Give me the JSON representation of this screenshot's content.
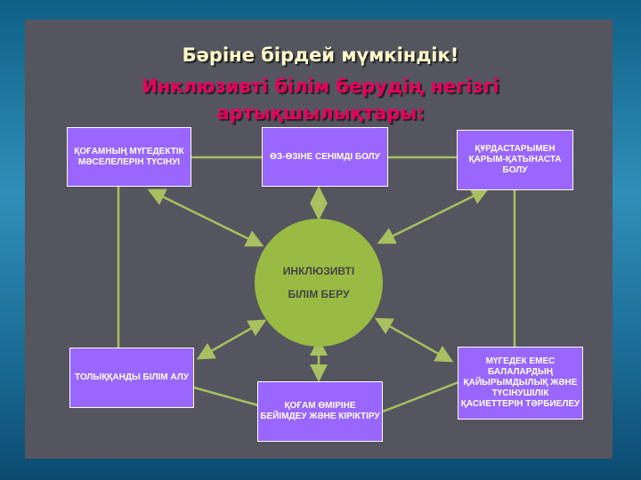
{
  "title": "Бәріне бірдей мүмкіндік!",
  "subtitle_line1": "Инклюзивті білім берудің негізгі",
  "subtitle_line2": "артықшылықтары:",
  "center": {
    "line1": "ИНКЛЮЗИВТІ",
    "line2": "БІЛІМ БЕРУ"
  },
  "boxes": {
    "top_left": "ҚОҒАМНЫҢ МҮГЕДЕКТІК МӘСЕЛЕЛЕРІН ТҮСІНУІ",
    "top_center": "ӨЗ-ӨЗІНЕ СЕНІМДІ БОЛУ",
    "top_right": "ҚҰРДАСТАРЫМЕН ҚАРЫМ-ҚАТЫНАСТА БОЛУ",
    "bottom_left": "ТОЛЫҚҚАНДЫ БІЛІМ АЛУ",
    "bottom_center": "ҚОҒАМ ӨМІРІНЕ БЕЙІМДЕУ ЖӘНЕ КІРІКТІРУ",
    "bottom_right": "МҮГЕДЕК ЕМЕС БАЛАЛАРДЫҢ ҚАЙЫРЫМДЫЛЫҚ ЖӘНЕ ТҮСІНУШІЛІК ҚАСИЕТТЕРІН ТӘРБИЕЛЕУ"
  },
  "colors": {
    "box": "#9966ff",
    "circle": "#99bb44",
    "title": "#ffffcc",
    "subtitle": "#e8005c",
    "connector": "#a8c060"
  }
}
